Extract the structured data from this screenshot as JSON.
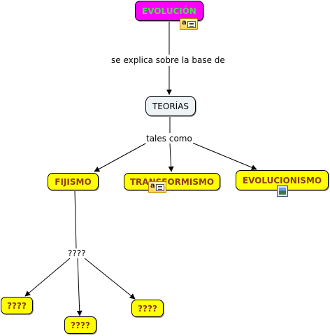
{
  "nodes": {
    "evolucion": "EVOLUCIÓN",
    "teorias": "TEORÍAS",
    "fijismo": "FIJISMO",
    "transformismo": "TRANSFORMISMO",
    "evolucionismo": "EVOLUCIONISMO",
    "unknown_left": "????",
    "unknown_center": "????",
    "unknown_right": "????"
  },
  "links": {
    "explica": "se explica sobre la base de",
    "tales_como": "tales como",
    "unknown": "????"
  },
  "icons": {
    "evolucion": "document-resource-icon",
    "transformismo": "document-resource-icon",
    "evolucionismo": "image-resource-icon"
  },
  "colors": {
    "root_fill": "#ff00ff",
    "root_text": "#4ddc4d",
    "concept_fill": "#ffff00",
    "concept_text": "#8b3a1a",
    "theory_fill": "#eef3f6"
  }
}
